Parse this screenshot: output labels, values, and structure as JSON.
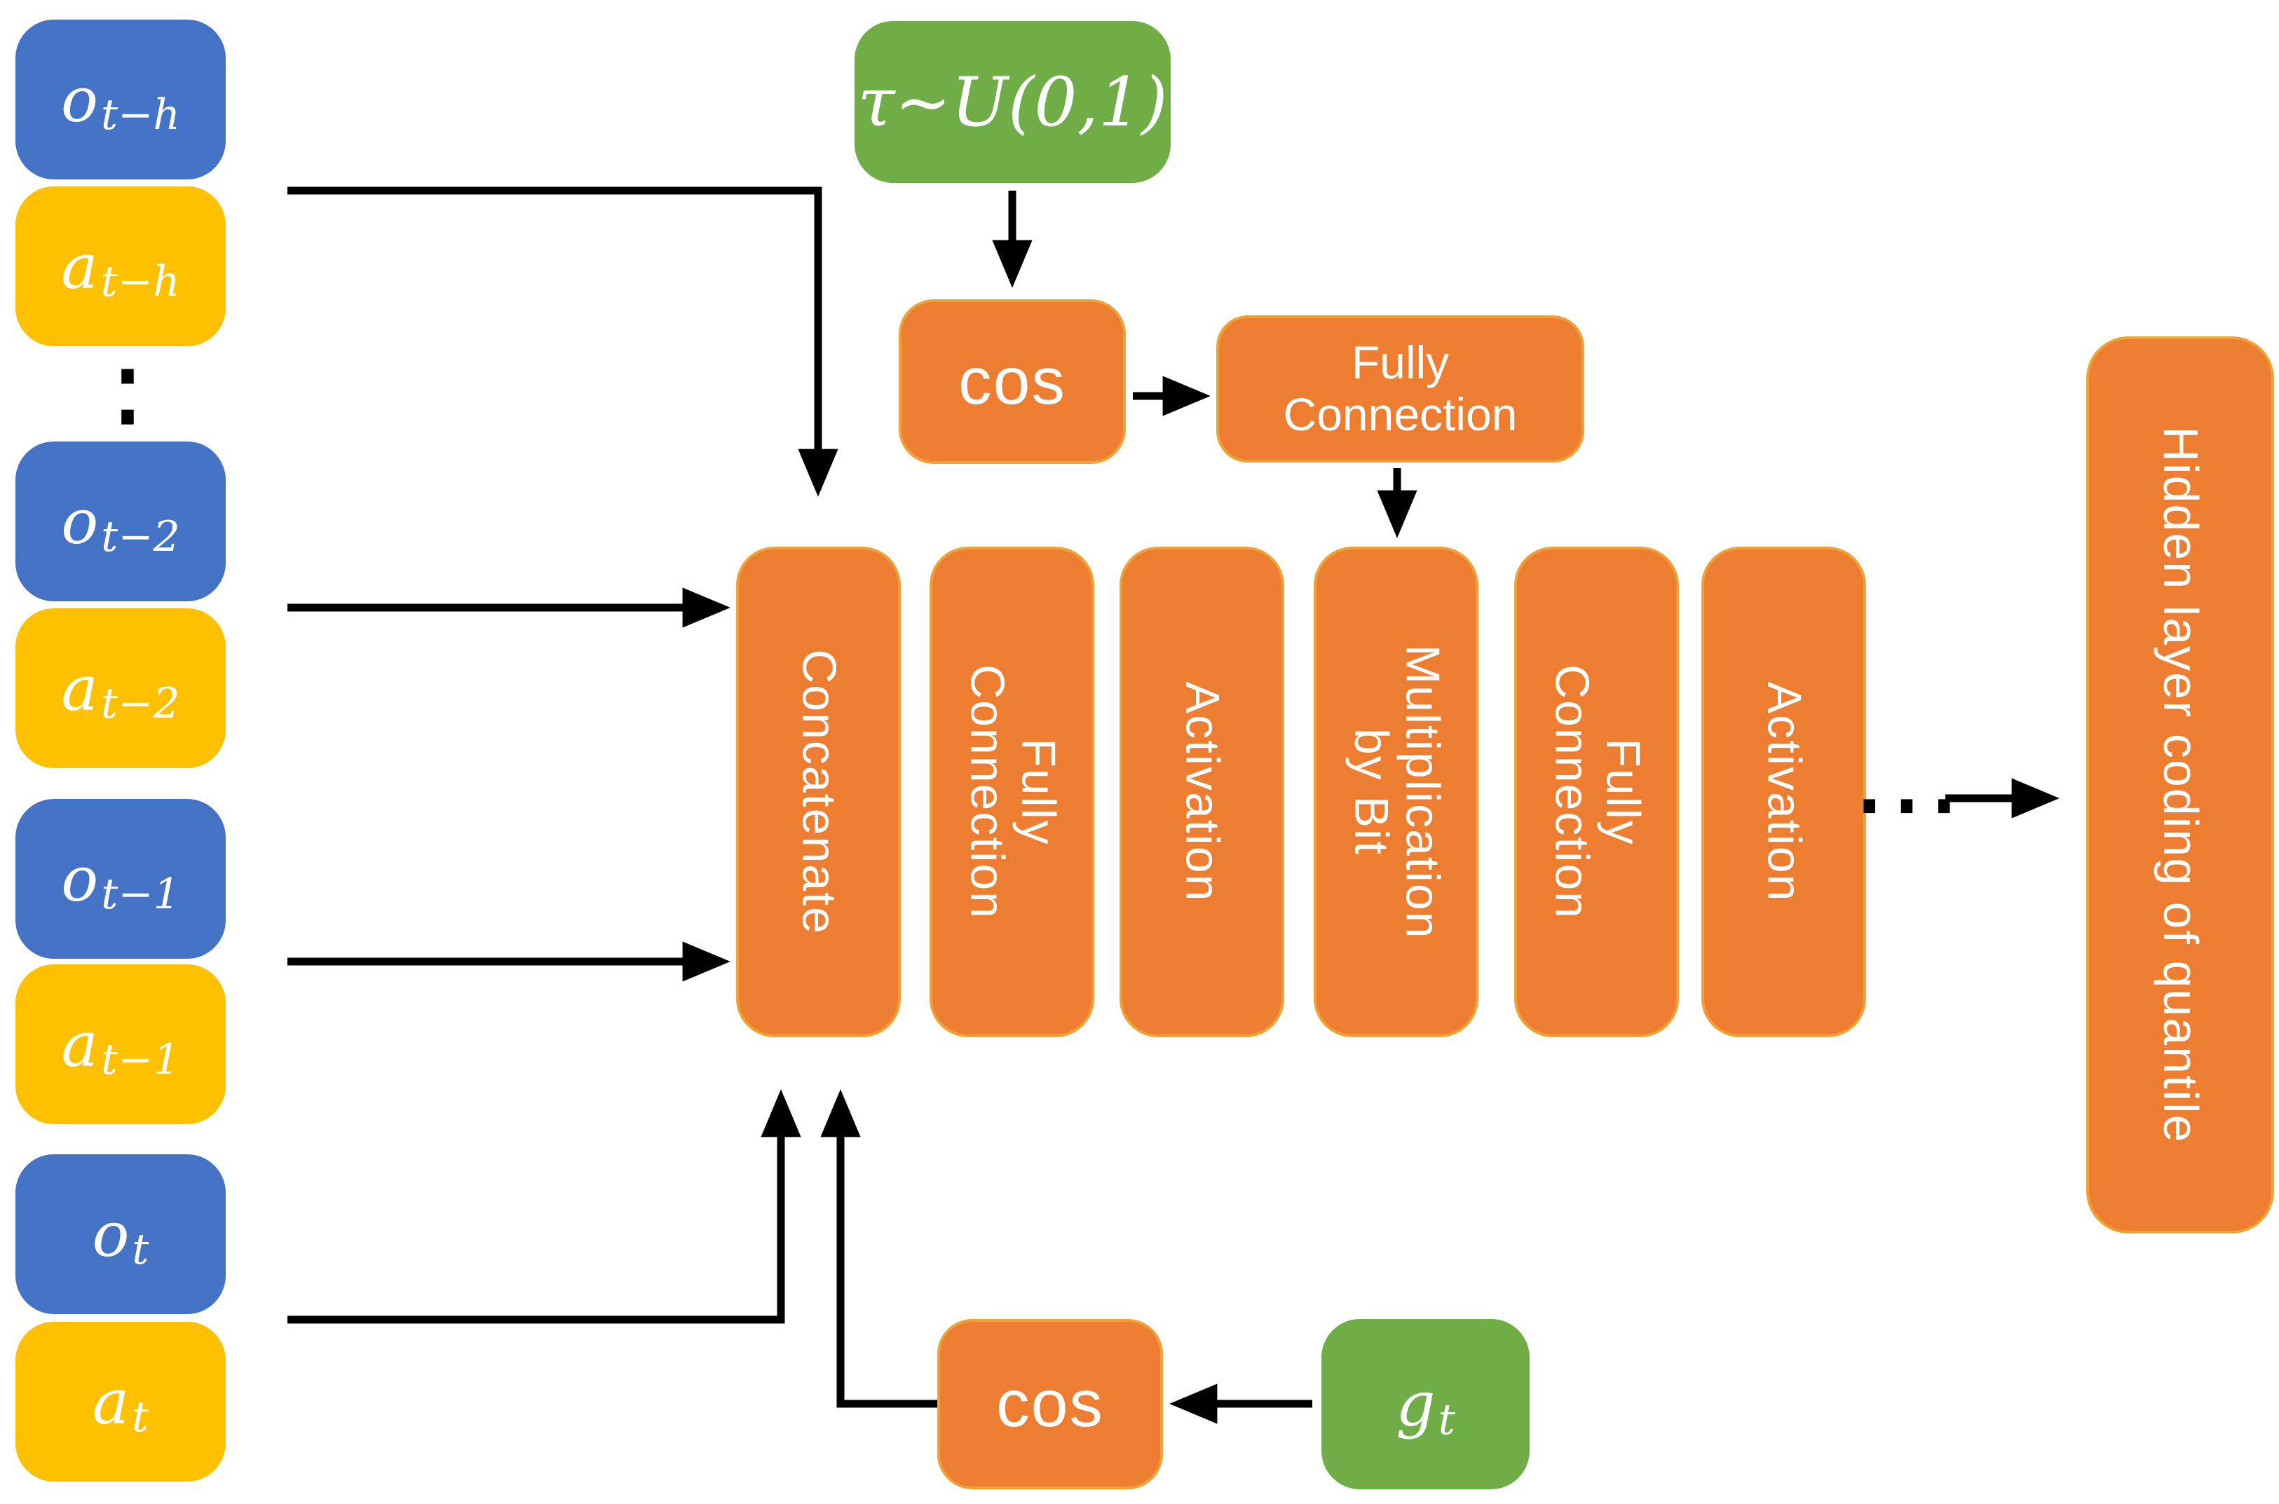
{
  "colors": {
    "observation_blue": "#4472C4",
    "action_gold": "#FFC000",
    "layer_orange": "#ED7D31",
    "layer_orange_border": "#F0A136",
    "input_green": "#70AD47",
    "arrow_black": "#000000",
    "text_white": "#FFFFFF"
  },
  "left_column": {
    "items": [
      {
        "base": "o",
        "sub": "t−h"
      },
      {
        "base": "a",
        "sub": "t−h"
      },
      {
        "base": "o",
        "sub": "t−2"
      },
      {
        "base": "a",
        "sub": "t−2"
      },
      {
        "base": "o",
        "sub": "t−1"
      },
      {
        "base": "a",
        "sub": "t−1"
      },
      {
        "base": "o",
        "sub": "t"
      },
      {
        "base": "a",
        "sub": "t"
      }
    ],
    "ellipsis": "⋮"
  },
  "quantile_branch": {
    "tau": "τ~U(0,1)",
    "cos": "cos",
    "fully_connection": "Fully Connection"
  },
  "pipeline": {
    "layers": [
      "Concatenate",
      "Fully Connection",
      "Activation",
      "Multiplication by Bit",
      "Fully Connection",
      "Activation"
    ],
    "ellipsis": "⋯"
  },
  "goal_branch": {
    "cos": "cos",
    "g_base": "g",
    "g_sub": "t"
  },
  "output_box": {
    "label": "Hidden layer coding of quantile"
  }
}
